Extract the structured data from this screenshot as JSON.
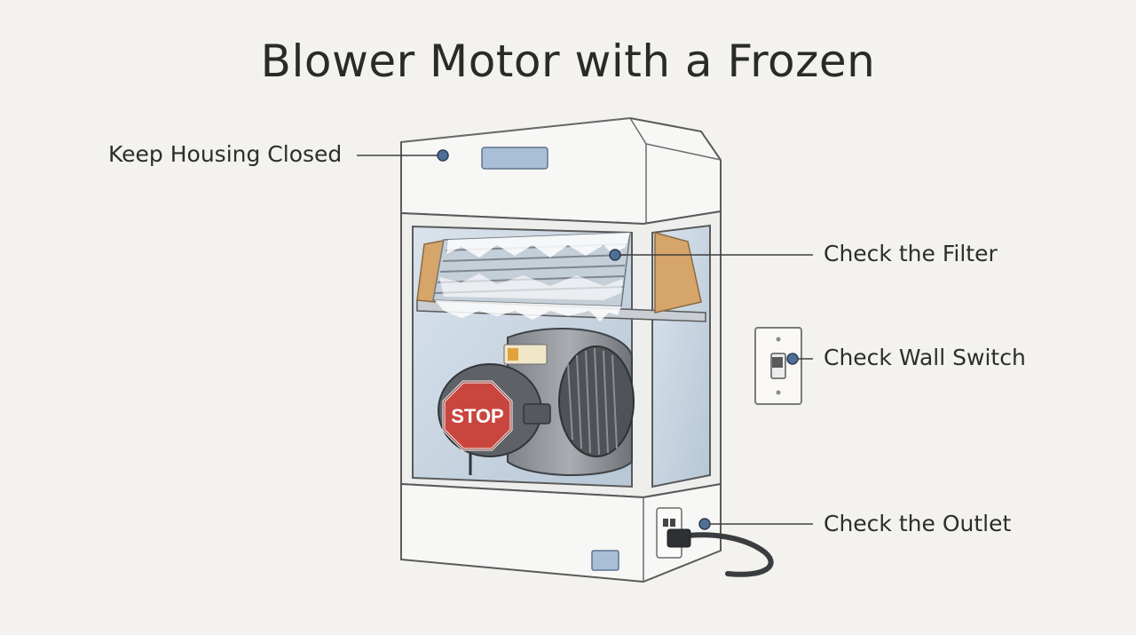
{
  "title": "Blower Motor with a Frozen",
  "callouts": {
    "housing": "Keep Housing Closed",
    "filter": "Check the Filter",
    "switch": "Check Wall Switch",
    "outlet": "Check the Outlet"
  },
  "stop_sign": "STOP",
  "colors": {
    "background": "#f3f2ee",
    "outline": "#5a5a5a",
    "stop_red": "#c9463f",
    "marker": "#4f6f96"
  }
}
